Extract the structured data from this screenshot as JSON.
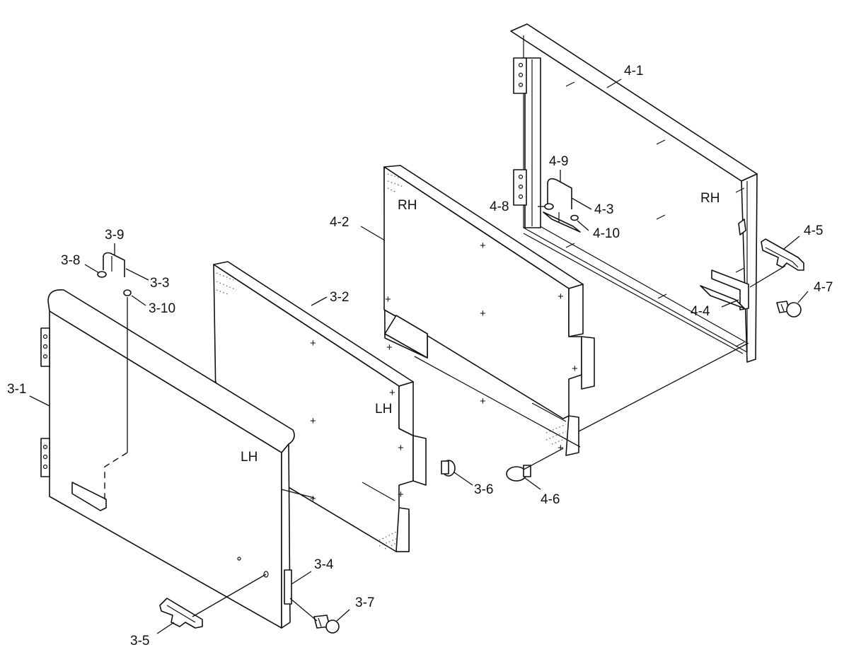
{
  "callouts": {
    "c4_1": "4-1",
    "c4_2": "4-2",
    "c4_3": "4-3",
    "c4_4": "4-4",
    "c4_5": "4-5",
    "c4_6": "4-6",
    "c4_7": "4-7",
    "c4_8": "4-8",
    "c4_9": "4-9",
    "c4_10": "4-10",
    "c3_1": "3-1",
    "c3_2": "3-2",
    "c3_3": "3-3",
    "c3_4": "3-4",
    "c3_5": "3-5",
    "c3_6": "3-6",
    "c3_7": "3-7",
    "c3_8": "3-8",
    "c3_9": "3-9",
    "c3_10": "3-10"
  },
  "sides": {
    "rh_frame": "RH",
    "rh_panel": "RH",
    "lh_panel": "LH",
    "lh_door": "LH"
  },
  "marks": {
    "plus": "+"
  }
}
